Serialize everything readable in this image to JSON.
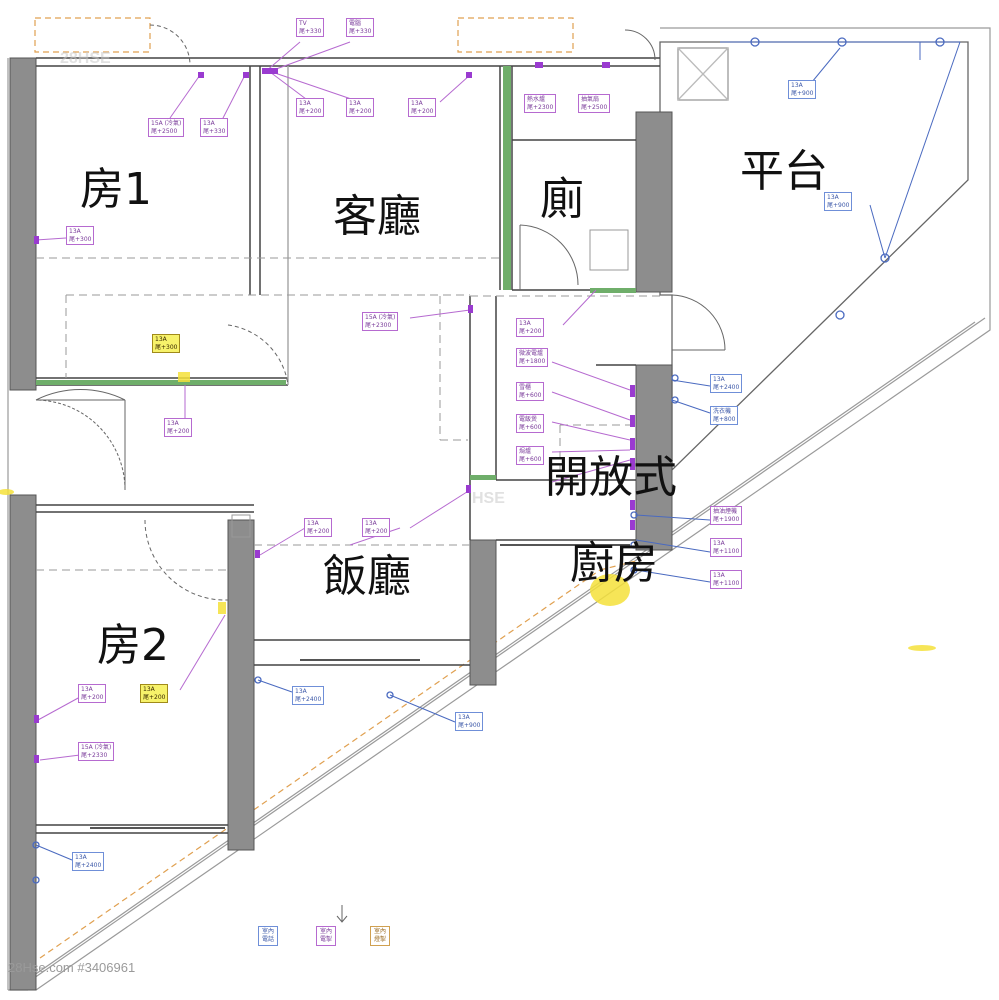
{
  "rooms": {
    "bedroom1": "房1",
    "living": "客廳",
    "toilet": "廁",
    "terrace": "平台",
    "dining": "飯廳",
    "bedroom2": "房2",
    "kitchen_line1": "開放式",
    "kitchen_line2": "廚房"
  },
  "tags": {
    "tv": [
      "TV",
      "尾+330"
    ],
    "phone": [
      "電腦",
      "尾+330"
    ],
    "t_rm1_a": [
      "15A (冷氣)",
      "尾+2500"
    ],
    "t_rm1_b": [
      "13A",
      "尾+330"
    ],
    "t_lv_a": [
      "13A",
      "尾+200"
    ],
    "t_lv_b": [
      "13A",
      "尾+200"
    ],
    "t_lv_c": [
      "13A",
      "尾+200"
    ],
    "t_heater": [
      "熱水爐",
      "尾+2300"
    ],
    "t_exhaust": [
      "抽氣扇",
      "尾+2500"
    ],
    "t_terrace1": [
      "13A",
      "尾+900"
    ],
    "t_terrace2": [
      "13A",
      "尾+900"
    ],
    "t_rm1_c": [
      "13A",
      "尾+300"
    ],
    "t_ac_lv": [
      "15A (冷氣)",
      "尾+2300"
    ],
    "t_rm1_hl": [
      "13A",
      "尾+300"
    ],
    "t_rm1_d": [
      "13A",
      "尾+200"
    ],
    "t_k1": [
      "13A",
      "尾+200"
    ],
    "t_k2": [
      "微波電爐",
      "尾+1800"
    ],
    "t_k3": [
      "雪櫃",
      "尾+600"
    ],
    "t_k4": [
      "電飯煲",
      "尾+600"
    ],
    "t_k5": [
      "焗爐",
      "尾+600"
    ],
    "t_k6": [
      "13A",
      "尾+2400"
    ],
    "t_k7": [
      "洗衣機",
      "尾+800"
    ],
    "t_k8": [
      "抽油煙機",
      "尾+1900"
    ],
    "t_k9": [
      "13A",
      "尾+1100"
    ],
    "t_k10": [
      "13A",
      "尾+1100"
    ],
    "t_dn1": [
      "13A",
      "尾+200"
    ],
    "t_dn2": [
      "13A",
      "尾+200"
    ],
    "t_dn3": [
      "13A",
      "尾+2400"
    ],
    "t_dn4": [
      "13A",
      "尾+900"
    ],
    "t_rm2_a": [
      "13A",
      "尾+200"
    ],
    "t_rm2_hl": [
      "13A",
      "尾+200"
    ],
    "t_rm2_b": [
      "15A (冷氣)",
      "尾+2330"
    ],
    "t_rm2_c": [
      "13A",
      "尾+2400"
    ]
  },
  "legend": {
    "a": [
      "室內",
      "電話"
    ],
    "b": [
      "室內",
      "電掣"
    ],
    "c": [
      "室內",
      "燈掣"
    ]
  },
  "watermark": "28Hse.com #3406961",
  "watermark_faint_top": "28HSE",
  "watermark_faint_mid": "HSE"
}
